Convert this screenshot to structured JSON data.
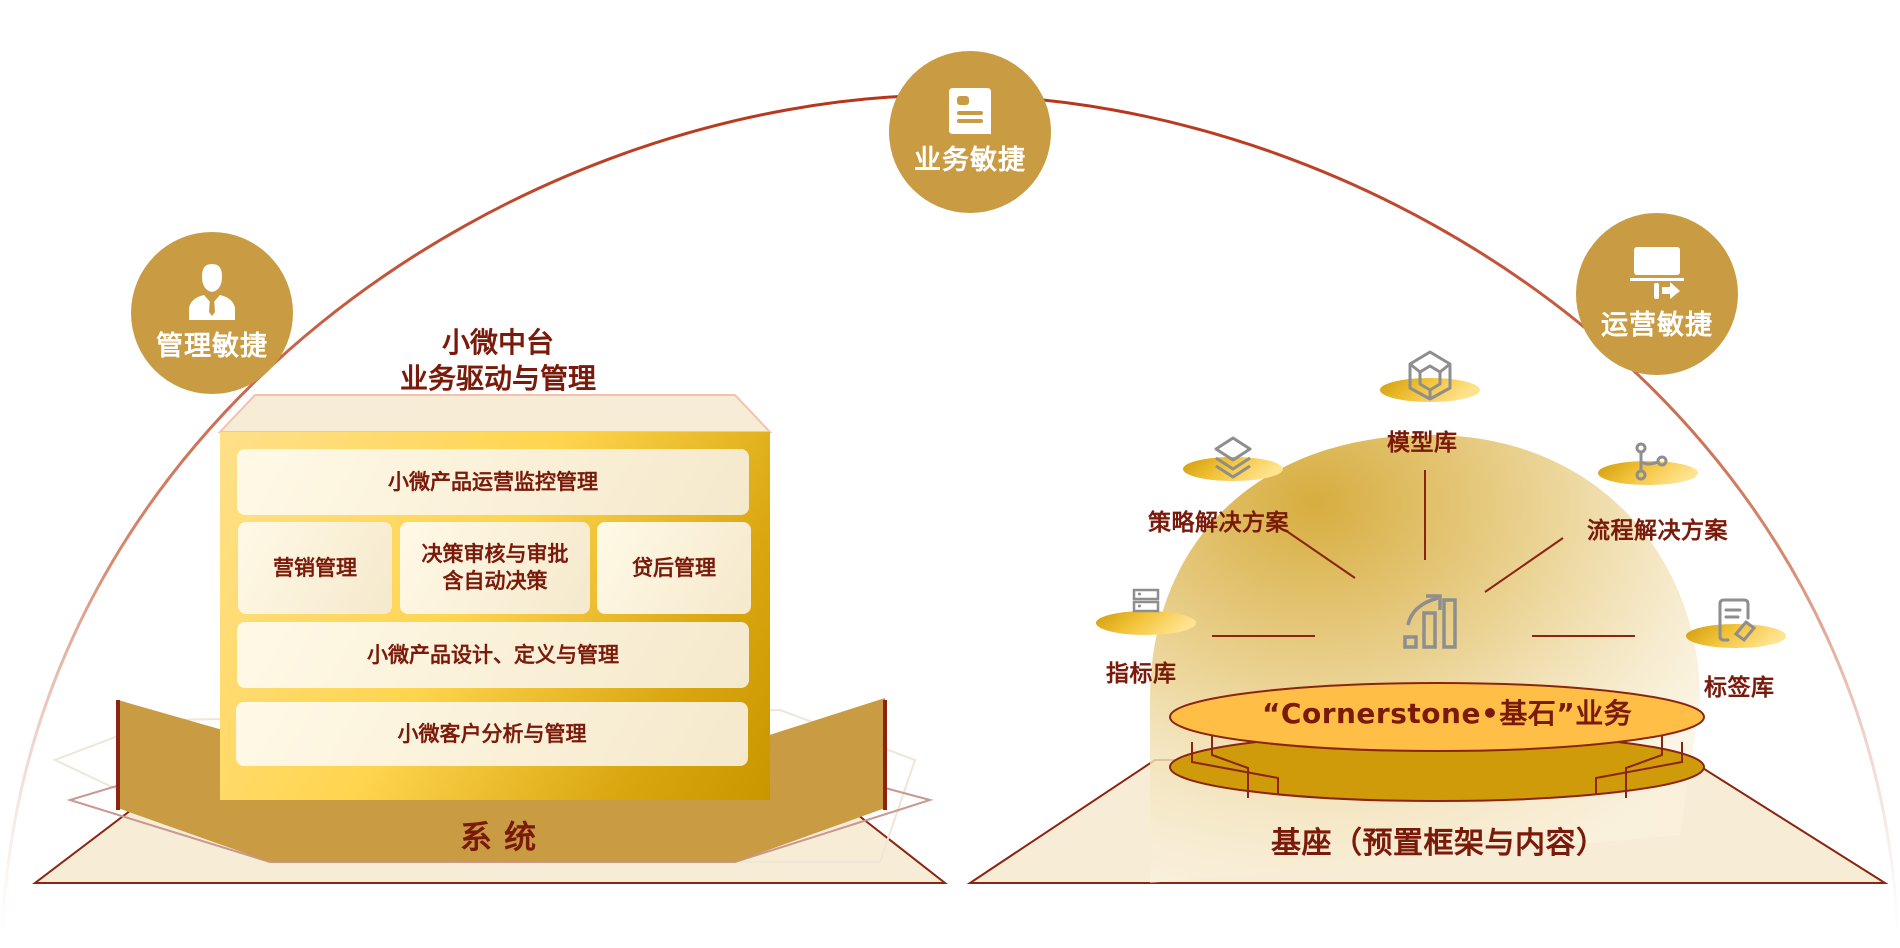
{
  "agility": {
    "business": {
      "label": "业务敏捷",
      "icon": "document-icon"
    },
    "management": {
      "label": "管理敏捷",
      "icon": "businessman-icon"
    },
    "operations": {
      "label": "运营敏捷",
      "icon": "presentation-board-icon"
    }
  },
  "left": {
    "title_line1": "小微中台",
    "title_line2": "业务驱动与管理",
    "modules": {
      "monitoring": "小微产品运营监控管理",
      "marketing": "营销管理",
      "decision_line1": "决策审核与审批",
      "decision_line2": "含自动决策",
      "post_loan": "贷后管理",
      "product_design": "小微产品设计、定义与管理",
      "customer": "小微客户分析与管理"
    },
    "base_label": "系 统"
  },
  "right": {
    "libraries": {
      "model": "模型库",
      "strategy": "策略解决方案",
      "process": "流程解决方案",
      "indicator": "指标库",
      "tag": "标签库"
    },
    "cornerstone_label": "“Cornerstone•基石”业务",
    "base_label": "基座（预置框架与内容）"
  },
  "colors": {
    "circle_fill": "#c99c43",
    "dark_red": "#7a1a0a",
    "arc_line": "#b7351a",
    "gold": "#ffd54f",
    "cream": "#f7ecd6"
  }
}
